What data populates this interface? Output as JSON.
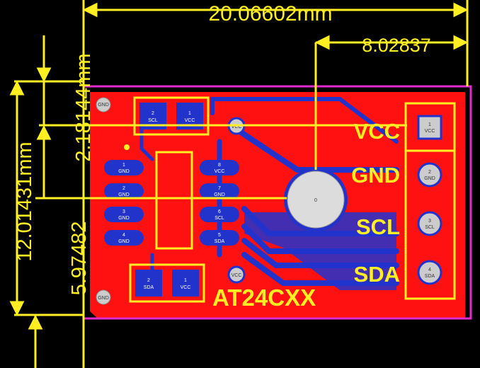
{
  "dimensions": {
    "width": "20.06602mm",
    "hole_offset": "8.02837",
    "height": "12.01431mm",
    "top_offset": "2.18144mm",
    "bottom_offset": "5.97482"
  },
  "silkscreen": {
    "chip_label": "AT24CXX",
    "vcc": "VCC",
    "gnd": "GND",
    "scl": "SCL",
    "sda": "SDA"
  },
  "mounting": {
    "gnd_top": "GND",
    "gnd_bottom": "GND",
    "hole_label": "0"
  },
  "header_pins": [
    {
      "num": "1",
      "name": "VCC"
    },
    {
      "num": "2",
      "name": "GND"
    },
    {
      "num": "3",
      "name": "SCL"
    },
    {
      "num": "4",
      "name": "SDA"
    }
  ],
  "vias": {
    "top": "VCC",
    "bottom": "VCC"
  },
  "resistors_top": [
    {
      "num": "2",
      "name": "SCL"
    },
    {
      "num": "1",
      "name": "VCC"
    }
  ],
  "resistors_bottom": [
    {
      "num": "2",
      "name": "SDA"
    },
    {
      "num": "1",
      "name": "VCC"
    }
  ],
  "chip_pins_left": [
    {
      "num": "1",
      "name": "GND"
    },
    {
      "num": "2",
      "name": "GND"
    },
    {
      "num": "3",
      "name": "GND"
    },
    {
      "num": "4",
      "name": "GND"
    }
  ],
  "chip_pins_right": [
    {
      "num": "8",
      "name": "VCC"
    },
    {
      "num": "7",
      "name": "GND"
    },
    {
      "num": "6",
      "name": "SCL"
    },
    {
      "num": "5",
      "name": "SDA"
    }
  ],
  "colors": {
    "board": "#ff1111",
    "outline": "#e02bd0",
    "silk": "#ffee22",
    "trace": "#2233cc"
  }
}
